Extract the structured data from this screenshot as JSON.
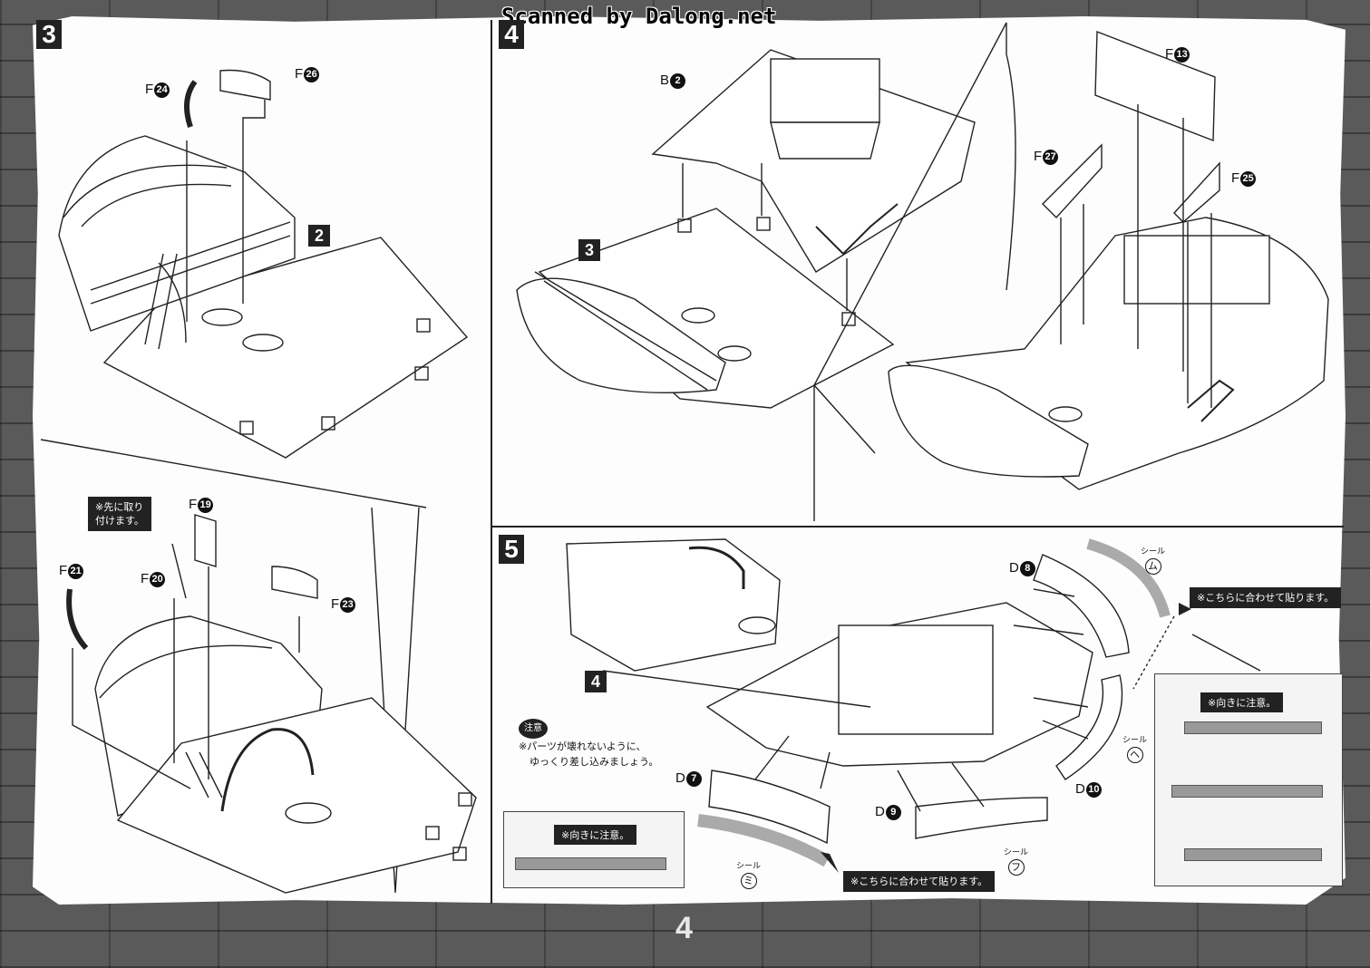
{
  "header": {
    "scan_credit": "Scanned by Dalong.net"
  },
  "footer": {
    "page_number": "4"
  },
  "steps": {
    "s3": {
      "number": "3",
      "ref": "2",
      "parts": {
        "f24": "F",
        "f24n": "24",
        "f26": "F",
        "f26n": "26",
        "f19": "F",
        "f19n": "19",
        "f20": "F",
        "f20n": "20",
        "f21": "F",
        "f21n": "21",
        "f23": "F",
        "f23n": "23"
      },
      "callout": [
        "※先に取り",
        "付けます。"
      ]
    },
    "s4": {
      "number": "4",
      "ref": "3",
      "parts": {
        "b2": "B",
        "b2n": "2",
        "f13": "F",
        "f13n": "13",
        "f27": "F",
        "f27n": "27",
        "f25": "F",
        "f25n": "25"
      }
    },
    "s5": {
      "number": "5",
      "ref": "4",
      "parts": {
        "d8": "D",
        "d8n": "8",
        "d7": "D",
        "d7n": "7",
        "d9": "D",
        "d9n": "9",
        "d10": "D",
        "d10n": "10"
      },
      "seals": {
        "label": "シール",
        "mu": "ム",
        "he": "ヘ",
        "mi": "ミ",
        "fu": "フ"
      },
      "caution": {
        "tag": "注意",
        "line1": "※パーツが壊れないように、",
        "line2": "ゆっくり差し込みましょう。"
      },
      "align_note": "※こちらに合わせて貼ります。",
      "direction_note": "※向きに注意。"
    }
  }
}
